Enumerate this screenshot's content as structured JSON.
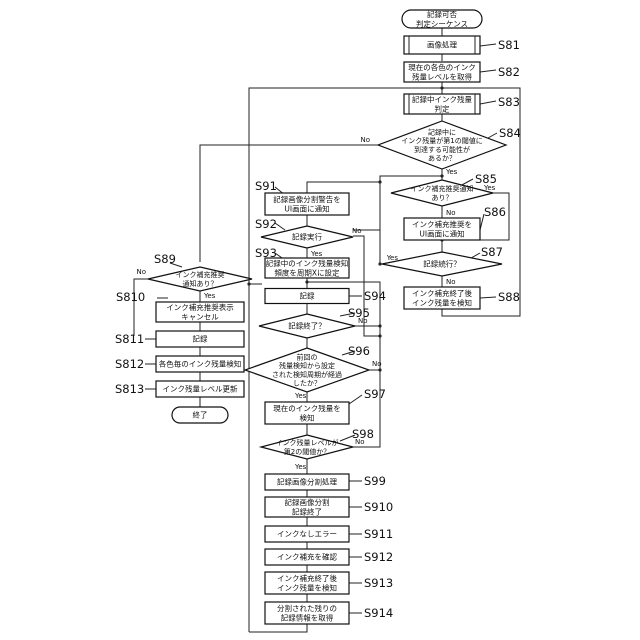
{
  "nodes": [
    {
      "id": "start",
      "lines": [
        "記録可否",
        "判定シーケンス"
      ]
    },
    {
      "id": "s81",
      "step": "S81",
      "lines": [
        "画像処理"
      ]
    },
    {
      "id": "s82",
      "step": "S82",
      "lines": [
        "現在の各色のインク",
        "残量レベルを取得"
      ]
    },
    {
      "id": "s83",
      "step": "S83",
      "lines": [
        "記録中インク残量",
        "判定"
      ]
    },
    {
      "id": "s84",
      "step": "S84",
      "lines": [
        "記録中に",
        "インク残量が第1の閾値に",
        "到達する可能性が",
        "あるか？"
      ]
    },
    {
      "id": "s85",
      "step": "S85",
      "lines": [
        "インク補充推奨通知",
        "あり？"
      ]
    },
    {
      "id": "s86",
      "step": "S86",
      "lines": [
        "インク補充推奨を",
        "UI画面に通知"
      ]
    },
    {
      "id": "s87",
      "step": "S87",
      "lines": [
        "記録続行？"
      ]
    },
    {
      "id": "s88",
      "step": "S88",
      "lines": [
        "インク補充終了後",
        "インク残量を検知"
      ]
    },
    {
      "id": "s89",
      "step": "S89",
      "lines": [
        "インク補充推奨",
        "通知あり？"
      ]
    },
    {
      "id": "s810",
      "step": "S810",
      "lines": [
        "インク補充推奨表示",
        "キャンセル"
      ]
    },
    {
      "id": "s811",
      "step": "S811",
      "lines": [
        "記録"
      ]
    },
    {
      "id": "s812",
      "step": "S812",
      "lines": [
        "各色毎のインク残量検知"
      ]
    },
    {
      "id": "s813",
      "step": "S813",
      "lines": [
        "インク残量レベル更新"
      ]
    },
    {
      "id": "end",
      "lines": [
        "終了"
      ]
    },
    {
      "id": "s91",
      "step": "S91",
      "lines": [
        "記録画像分割警告を",
        "UI画面に通知"
      ]
    },
    {
      "id": "s92",
      "step": "S92",
      "lines": [
        "記録実行"
      ]
    },
    {
      "id": "s93",
      "step": "S93",
      "lines": [
        "記録中のインク残量検知",
        "頻度を周期Xに設定"
      ]
    },
    {
      "id": "s94",
      "step": "S94",
      "lines": [
        "記録"
      ]
    },
    {
      "id": "s95",
      "step": "S95",
      "lines": [
        "記録終了？"
      ]
    },
    {
      "id": "s96",
      "step": "S96",
      "lines": [
        "前回の",
        "残量検知から設定",
        "された検知周期が経過",
        "したか？"
      ]
    },
    {
      "id": "s97",
      "step": "S97",
      "lines": [
        "現在のインク残量を",
        "検知"
      ]
    },
    {
      "id": "s98",
      "step": "S98",
      "lines": [
        "インク残量レベルが",
        "第2の閾値か？"
      ]
    },
    {
      "id": "s99",
      "step": "S99",
      "lines": [
        "記録画像分割処理"
      ]
    },
    {
      "id": "s910",
      "step": "S910",
      "lines": [
        "記録画像分割",
        "記録終了"
      ]
    },
    {
      "id": "s911",
      "step": "S911",
      "lines": [
        "インクなしエラー"
      ]
    },
    {
      "id": "s912",
      "step": "S912",
      "lines": [
        "インク補充を確認"
      ]
    },
    {
      "id": "s913",
      "step": "S913",
      "lines": [
        "インク補充終了後",
        "インク残量を検知"
      ]
    },
    {
      "id": "s914",
      "step": "S914",
      "lines": [
        "分割された残りの",
        "記録情報を取得"
      ]
    }
  ],
  "branches": [
    {
      "id": "s84-no",
      "text": "No"
    },
    {
      "id": "s84-yes",
      "text": "Yes"
    },
    {
      "id": "s85-yes",
      "text": "Yes"
    },
    {
      "id": "s85-no",
      "text": "No"
    },
    {
      "id": "s87-yes",
      "text": "Yes"
    },
    {
      "id": "s87-no",
      "text": "No"
    },
    {
      "id": "s89-no",
      "text": "No"
    },
    {
      "id": "s89-yes",
      "text": "Yes"
    },
    {
      "id": "s92-no",
      "text": "No"
    },
    {
      "id": "s92-yes",
      "text": "Yes"
    },
    {
      "id": "s95-no",
      "text": "No"
    },
    {
      "id": "s96-yes",
      "text": "Yes"
    },
    {
      "id": "s96-no",
      "text": "No"
    },
    {
      "id": "s98-no",
      "text": "No"
    },
    {
      "id": "s98-yes",
      "text": "Yes"
    }
  ]
}
